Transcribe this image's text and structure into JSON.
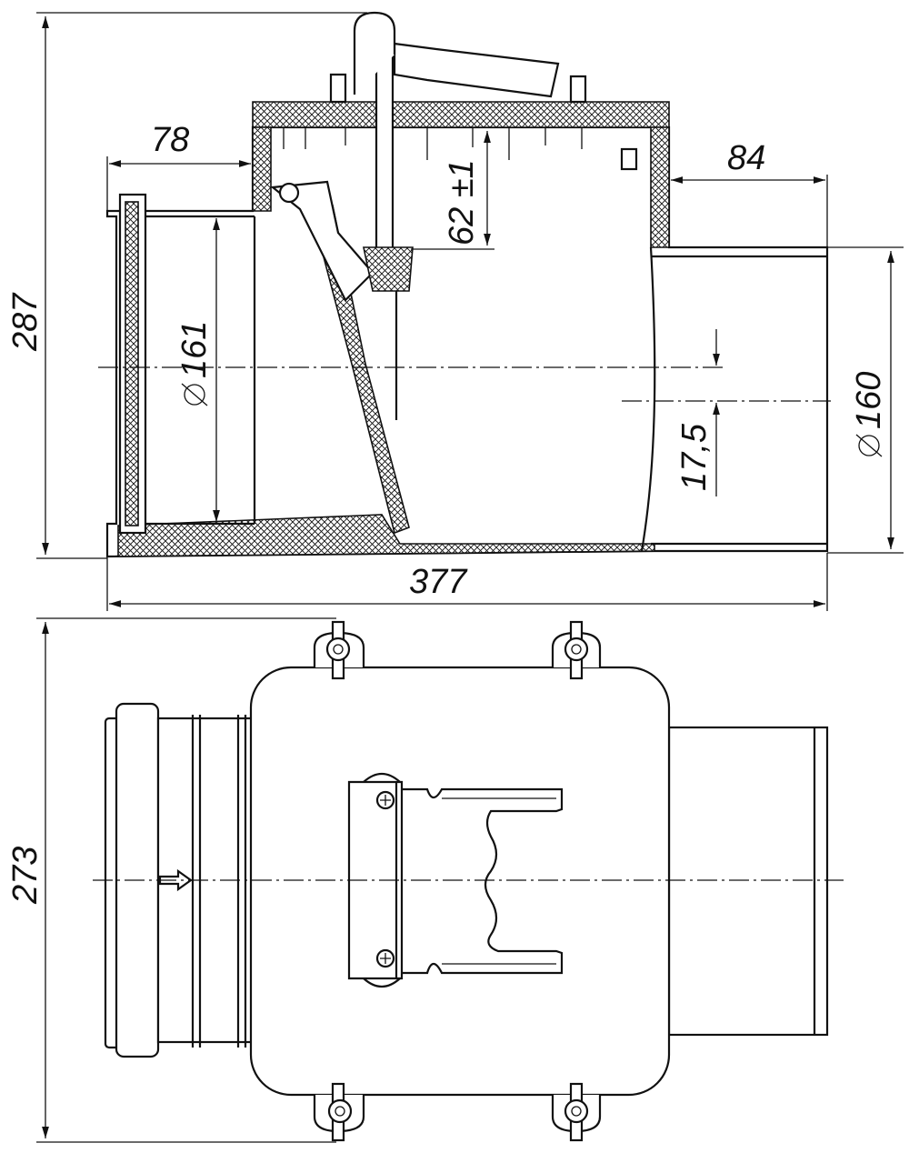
{
  "drawing": {
    "side_view": {
      "dimensions": {
        "overall_height": "287",
        "socket_length": "78",
        "outlet_length": "84",
        "socket_diameter": "161",
        "outlet_diameter": "160",
        "stem_travel": "62 ±1",
        "axis_offset": "17,5",
        "overall_length": "377"
      }
    },
    "plan_view": {
      "dimensions": {
        "overall_height": "273"
      }
    }
  }
}
